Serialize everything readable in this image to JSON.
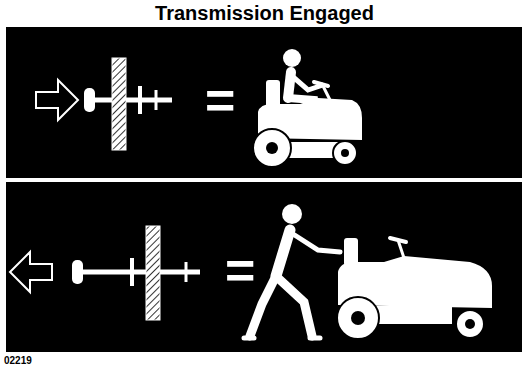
{
  "diagram": {
    "title": "Transmission Engaged",
    "nodes": [
      {
        "text": [
          "="
        ]
      },
      {
        "text": [
          "="
        ]
      }
    ],
    "labels": [
      "02219"
    ]
  }
}
